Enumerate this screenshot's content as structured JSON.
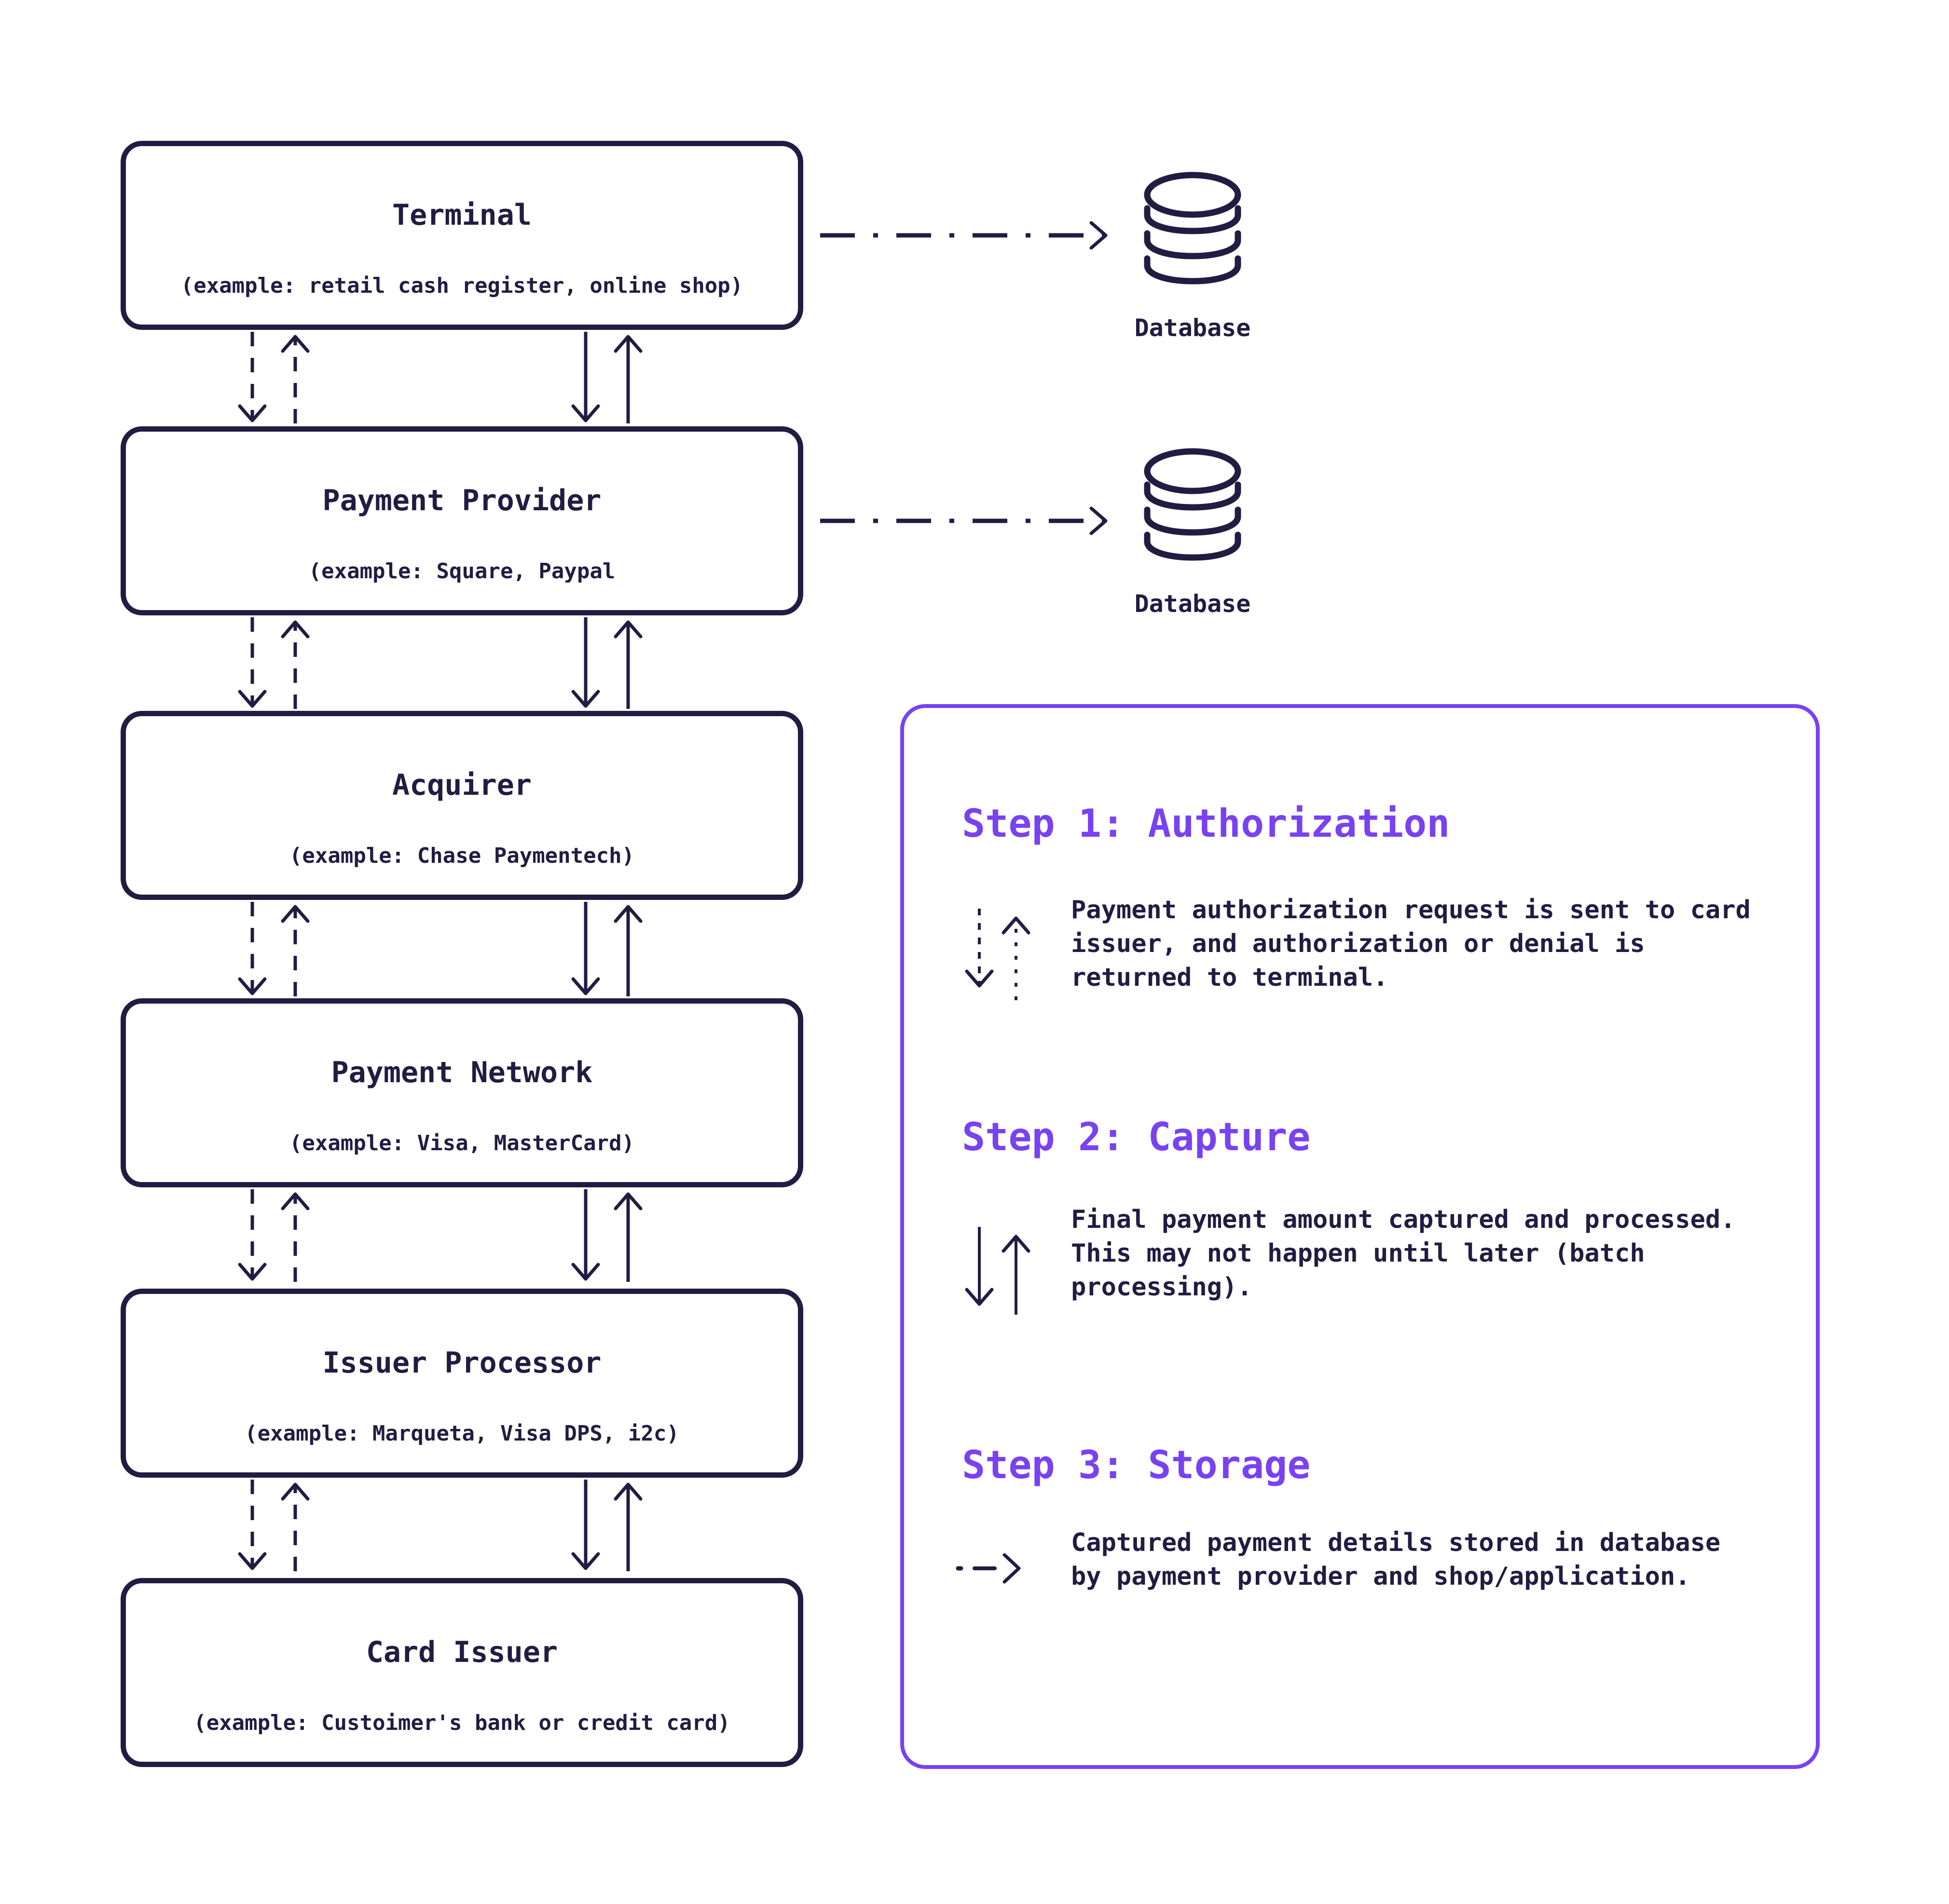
{
  "diagram": {
    "nodes": [
      {
        "title": "Terminal",
        "example": "(example: retail cash register, online shop)"
      },
      {
        "title": "Payment Provider",
        "example": "(example: Square, Paypal"
      },
      {
        "title": "Acquirer",
        "example": "(example: Chase Paymentech)"
      },
      {
        "title": "Payment Network",
        "example": "(example: Visa, MasterCard)"
      },
      {
        "title": "Issuer Processor",
        "example": "(example: Marqueta, Visa DPS, i2c)"
      },
      {
        "title": "Card Issuer",
        "example": "(example: Custoimer's bank or credit card)"
      }
    ],
    "databases": [
      {
        "label": "Database",
        "icon": "database-cylinder-icon"
      },
      {
        "label": "Database",
        "icon": "database-cylinder-icon"
      }
    ]
  },
  "legend": {
    "steps": [
      {
        "heading": "Step 1: Authorization",
        "icon": "dashed-down-up-arrows-icon",
        "description": "Payment authorization request is sent to card\nissuer, and authorization or denial is\nreturned to terminal."
      },
      {
        "heading": "Step 2: Capture",
        "icon": "solid-down-up-arrows-icon",
        "description": "Final payment amount captured and processed.\nThis may not happen until later (batch\nprocessing)."
      },
      {
        "heading": "Step 3: Storage",
        "icon": "dash-dot-right-arrow-icon",
        "description": "Captured payment details stored in database\nby payment provider and shop/application."
      }
    ]
  },
  "colors": {
    "ink": "#221c42",
    "accent": "#7842f2",
    "background": "#ffffff"
  }
}
